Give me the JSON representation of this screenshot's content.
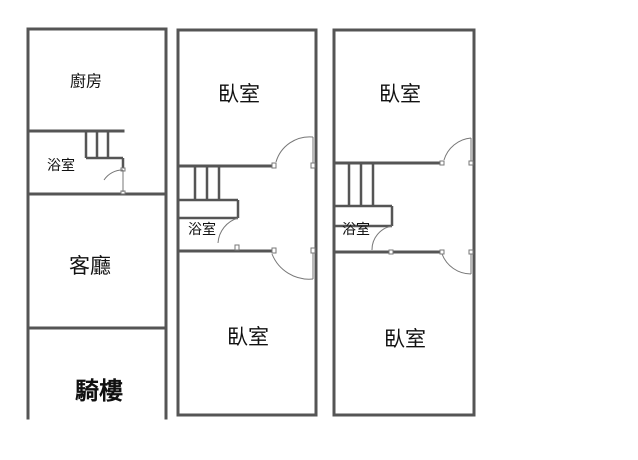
{
  "floor_1": {
    "kitchen": "廚房",
    "bathroom": "浴室",
    "living_room": "客廳",
    "arcade": "騎樓"
  },
  "floor_2": {
    "bedroom_front": "臥室",
    "bathroom": "浴室",
    "bedroom_back": "臥室"
  },
  "floor_3": {
    "bedroom_front": "臥室",
    "bathroom": "浴室",
    "bedroom_back": "臥室"
  },
  "colors": {
    "wall": "#555555",
    "door": "#777777"
  },
  "icons": [
    "stair-icon",
    "door-swing-icon"
  ]
}
